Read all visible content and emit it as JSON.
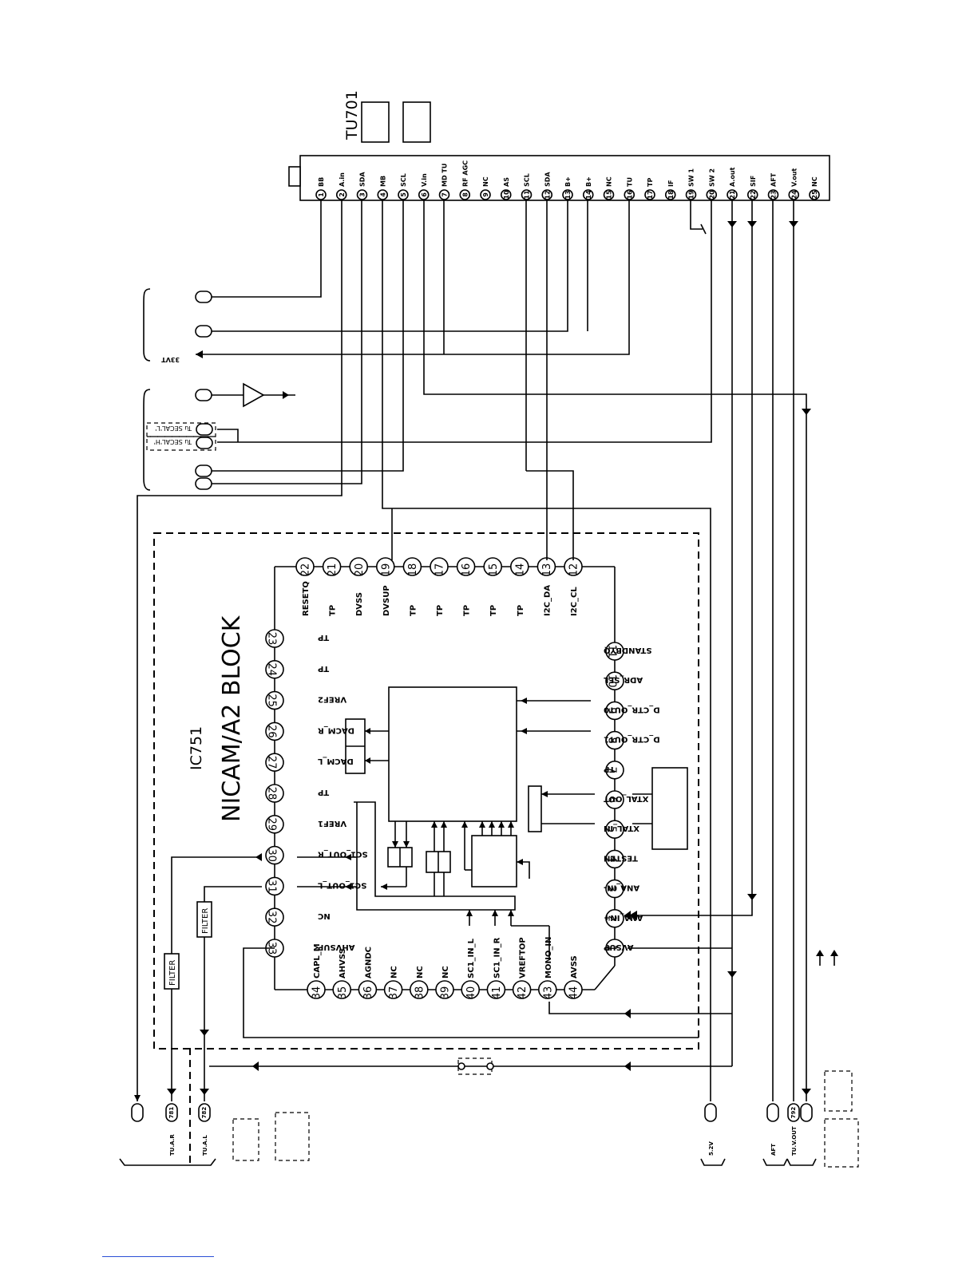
{
  "tuner": {
    "ref": "TU701",
    "pins": [
      {
        "n": "1",
        "name": "BB"
      },
      {
        "n": "2",
        "name": "A.in"
      },
      {
        "n": "3",
        "name": "SDA"
      },
      {
        "n": "4",
        "name": "MB"
      },
      {
        "n": "5",
        "name": "SCL"
      },
      {
        "n": "6",
        "name": "V.in"
      },
      {
        "n": "7",
        "name": "MD TU"
      },
      {
        "n": "8",
        "name": "RF AGC"
      },
      {
        "n": "9",
        "name": "NC"
      },
      {
        "n": "10",
        "name": "AS"
      },
      {
        "n": "11",
        "name": "SCL"
      },
      {
        "n": "12",
        "name": "SDA"
      },
      {
        "n": "13",
        "name": "B+"
      },
      {
        "n": "14",
        "name": "B+"
      },
      {
        "n": "15",
        "name": "NC"
      },
      {
        "n": "16",
        "name": "TU"
      },
      {
        "n": "17",
        "name": "TP"
      },
      {
        "n": "18",
        "name": "IF"
      },
      {
        "n": "19",
        "name": "SW 1"
      },
      {
        "n": "20",
        "name": "SW 2"
      },
      {
        "n": "21",
        "name": "A.out"
      },
      {
        "n": "22",
        "name": "SIF"
      },
      {
        "n": "23",
        "name": "AFT"
      },
      {
        "n": "24",
        "name": "V.out"
      },
      {
        "n": "25",
        "name": "NC"
      }
    ]
  },
  "ic": {
    "ref": "IC751",
    "title": "NICAM/A2 BLOCK",
    "pins": [
      {
        "n": "1",
        "name": "AVSUP"
      },
      {
        "n": "2",
        "name": "ANA_IN+"
      },
      {
        "n": "3",
        "name": "ANA_IN-"
      },
      {
        "n": "4",
        "name": "TESTEN"
      },
      {
        "n": "5",
        "name": "XTAL_IN"
      },
      {
        "n": "6",
        "name": "XTAL_OUT"
      },
      {
        "n": "7",
        "name": "TP"
      },
      {
        "n": "8",
        "name": "D_CTR_OUT1"
      },
      {
        "n": "9",
        "name": "D_CTR_OUT0"
      },
      {
        "n": "10",
        "name": "ADR_SEL"
      },
      {
        "n": "11",
        "name": "STANDBYQ"
      },
      {
        "n": "12",
        "name": "I2C_CL"
      },
      {
        "n": "13",
        "name": "I2C_DA"
      },
      {
        "n": "14",
        "name": "TP"
      },
      {
        "n": "15",
        "name": "TP"
      },
      {
        "n": "16",
        "name": "TP"
      },
      {
        "n": "17",
        "name": "TP"
      },
      {
        "n": "18",
        "name": "TP"
      },
      {
        "n": "19",
        "name": "DVSUP"
      },
      {
        "n": "20",
        "name": "DVSS"
      },
      {
        "n": "21",
        "name": "TP"
      },
      {
        "n": "22",
        "name": "RESETQ"
      },
      {
        "n": "23",
        "name": "TP"
      },
      {
        "n": "24",
        "name": "TP"
      },
      {
        "n": "25",
        "name": "VREF2"
      },
      {
        "n": "26",
        "name": "DACM_R"
      },
      {
        "n": "27",
        "name": "DACM_L"
      },
      {
        "n": "28",
        "name": "TP"
      },
      {
        "n": "29",
        "name": "VREF1"
      },
      {
        "n": "30",
        "name": "SC1_OUT_R"
      },
      {
        "n": "31",
        "name": "SC1_OUT_L"
      },
      {
        "n": "32",
        "name": "NC"
      },
      {
        "n": "33",
        "name": "AHVSUP"
      },
      {
        "n": "34",
        "name": "CAPL_M"
      },
      {
        "n": "35",
        "name": "AHVSS"
      },
      {
        "n": "36",
        "name": "AGNDC"
      },
      {
        "n": "37",
        "name": "NC"
      },
      {
        "n": "38",
        "name": "NC"
      },
      {
        "n": "39",
        "name": "NC"
      },
      {
        "n": "40",
        "name": "SC1_IN_L"
      },
      {
        "n": "41",
        "name": "SC1_IN_R"
      },
      {
        "n": "42",
        "name": "VREFTOP"
      },
      {
        "n": "43",
        "name": "MONO_IN"
      },
      {
        "n": "44",
        "name": "AVSS"
      }
    ]
  },
  "filters": [
    "FILTER",
    "FILTER"
  ],
  "left_labels": {
    "supply_33v": "33VT",
    "tu_secam_1": "Tu SECAL'L'",
    "tu_secam_2": "Tu SECAL'H'"
  },
  "bottom_connectors": [
    {
      "num": "781",
      "label": "TU.A.R"
    },
    {
      "num": "782",
      "label": "TU.A.L"
    },
    {
      "num": "",
      "label": "5.2V"
    },
    {
      "num": "",
      "label": "AFT"
    },
    {
      "num": "792",
      "label": "TU.V.OUT"
    }
  ],
  "colors": {
    "line": "#000000",
    "background": "#ffffff",
    "footer_rule": "#2a4fd6"
  }
}
